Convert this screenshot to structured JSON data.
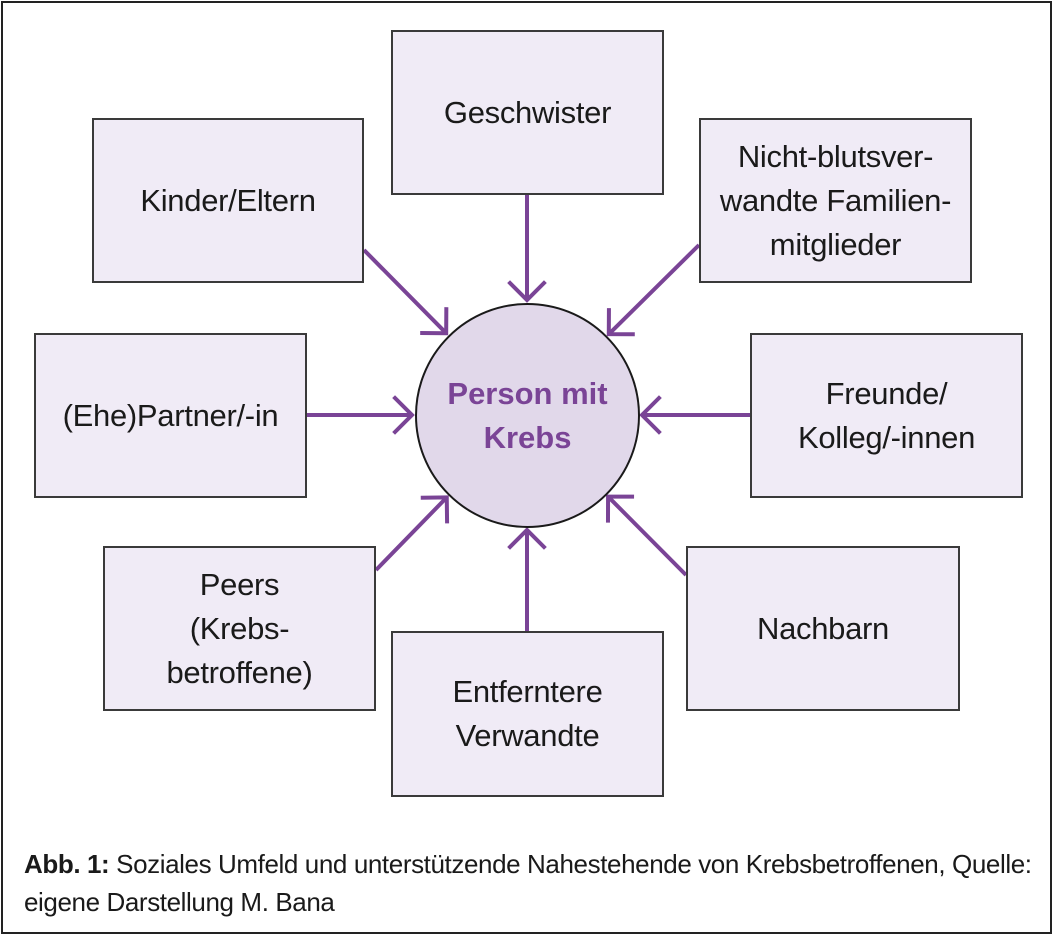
{
  "diagram": {
    "center": {
      "label": "Person mit\nKrebs"
    },
    "nodes": [
      {
        "id": "geschwister",
        "label": "Geschwister"
      },
      {
        "id": "kinder-eltern",
        "label": "Kinder/Eltern"
      },
      {
        "id": "nicht-blutsverwandte",
        "label": "Nicht-blutsver-\nwandte Familien-\nmitglieder"
      },
      {
        "id": "partner",
        "label": "(Ehe)Partner/-in"
      },
      {
        "id": "freunde",
        "label": "Freunde/\nKolleg/-innen"
      },
      {
        "id": "peers",
        "label": "Peers\n(Krebs-\nbetroffene)"
      },
      {
        "id": "nachbarn",
        "label": "Nachbarn"
      },
      {
        "id": "entferntere",
        "label": "Entferntere\nVerwandte"
      }
    ],
    "edges_direction": "toward-center",
    "colors": {
      "arrow": "#7a4496",
      "center_fill": "#e1d8ea",
      "center_text": "#7a4496",
      "box_fill": "#f0ebf6",
      "box_border": "#3a3a3a"
    }
  },
  "caption": {
    "label": "Abb. 1:",
    "text": " Soziales Umfeld und unterstützende Nahestehende von Krebsbetroffenen, Quelle: eigene Darstellung M. Bana"
  }
}
